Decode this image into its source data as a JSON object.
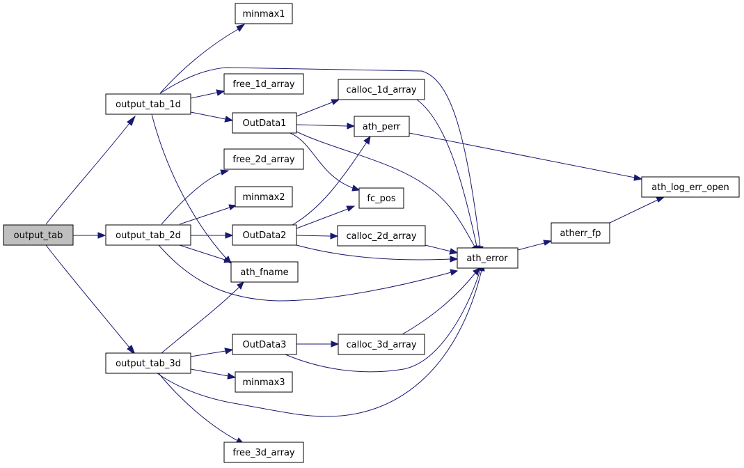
{
  "graph": {
    "nodes": {
      "output_tab": "output_tab",
      "output_tab_1d": "output_tab_1d",
      "output_tab_2d": "output_tab_2d",
      "output_tab_3d": "output_tab_3d",
      "minmax1": "minmax1",
      "minmax2": "minmax2",
      "minmax3": "minmax3",
      "free_1d_array": "free_1d_array",
      "free_2d_array": "free_2d_array",
      "free_3d_array": "free_3d_array",
      "OutData1": "OutData1",
      "OutData2": "OutData2",
      "OutData3": "OutData3",
      "ath_fname": "ath_fname",
      "calloc_1d_array": "calloc_1d_array",
      "calloc_2d_array": "calloc_2d_array",
      "calloc_3d_array": "calloc_3d_array",
      "ath_perr": "ath_perr",
      "fc_pos": "fc_pos",
      "ath_error": "ath_error",
      "atherr_fp": "atherr_fp",
      "ath_log_err_open": "ath_log_err_open"
    },
    "edges": [
      [
        "output_tab",
        "output_tab_1d"
      ],
      [
        "output_tab",
        "output_tab_2d"
      ],
      [
        "output_tab",
        "output_tab_3d"
      ],
      [
        "output_tab_1d",
        "minmax1"
      ],
      [
        "output_tab_1d",
        "free_1d_array"
      ],
      [
        "output_tab_1d",
        "OutData1"
      ],
      [
        "output_tab_1d",
        "ath_fname"
      ],
      [
        "output_tab_1d",
        "ath_error"
      ],
      [
        "output_tab_2d",
        "free_2d_array"
      ],
      [
        "output_tab_2d",
        "minmax2"
      ],
      [
        "output_tab_2d",
        "OutData2"
      ],
      [
        "output_tab_2d",
        "ath_fname"
      ],
      [
        "output_tab_2d",
        "ath_error"
      ],
      [
        "output_tab_3d",
        "ath_fname"
      ],
      [
        "output_tab_3d",
        "OutData3"
      ],
      [
        "output_tab_3d",
        "minmax3"
      ],
      [
        "output_tab_3d",
        "free_3d_array"
      ],
      [
        "output_tab_3d",
        "ath_error"
      ],
      [
        "OutData1",
        "calloc_1d_array"
      ],
      [
        "OutData1",
        "ath_perr"
      ],
      [
        "OutData1",
        "fc_pos"
      ],
      [
        "OutData1",
        "ath_error"
      ],
      [
        "OutData2",
        "ath_perr"
      ],
      [
        "OutData2",
        "fc_pos"
      ],
      [
        "OutData2",
        "calloc_2d_array"
      ],
      [
        "OutData2",
        "ath_error"
      ],
      [
        "OutData3",
        "calloc_3d_array"
      ],
      [
        "OutData3",
        "ath_error"
      ],
      [
        "calloc_1d_array",
        "ath_error"
      ],
      [
        "calloc_2d_array",
        "ath_error"
      ],
      [
        "calloc_3d_array",
        "ath_error"
      ],
      [
        "ath_perr",
        "ath_log_err_open"
      ],
      [
        "ath_error",
        "atherr_fp"
      ],
      [
        "atherr_fp",
        "ath_log_err_open"
      ]
    ]
  }
}
